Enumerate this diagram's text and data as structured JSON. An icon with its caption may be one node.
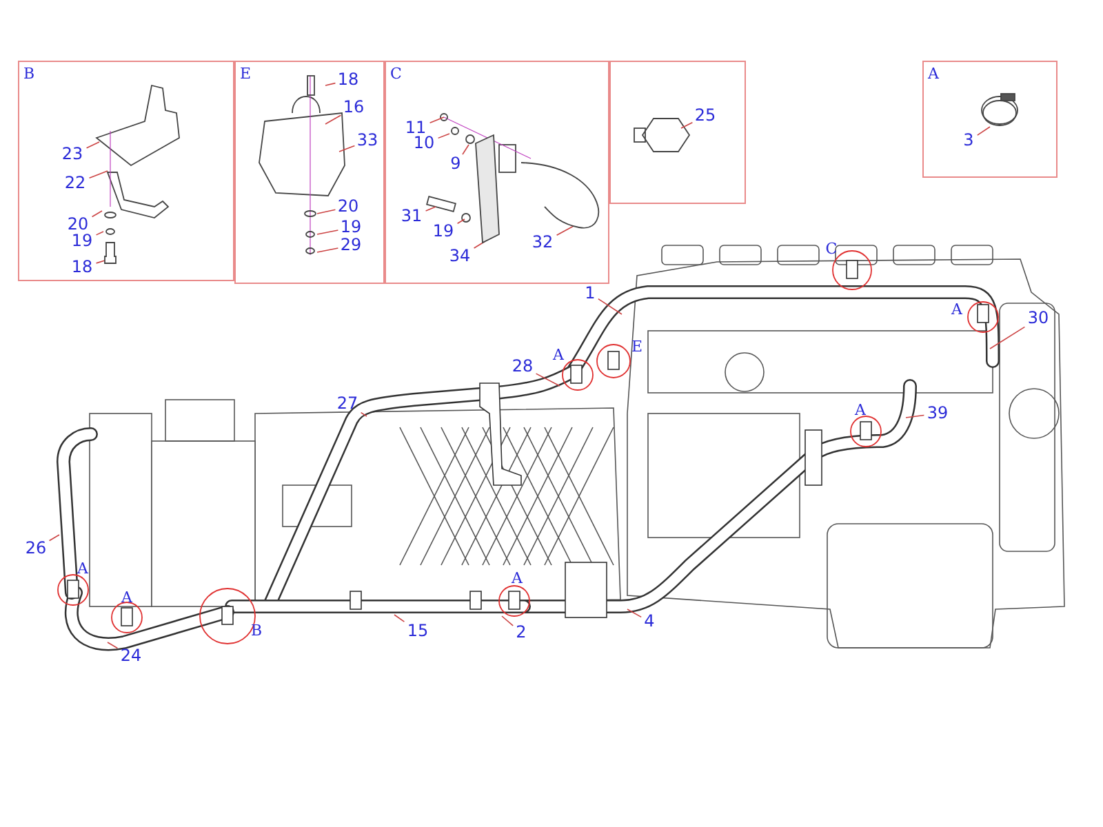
{
  "diagram": {
    "nodes": [
      {
        "text": [
          "B"
        ]
      },
      {
        "text": [
          "23"
        ],
        "in": 0
      },
      {
        "text": [
          "22"
        ],
        "in": 0
      },
      {
        "text": [
          "20"
        ],
        "in": 0
      },
      {
        "text": [
          "19"
        ],
        "in": 0
      },
      {
        "text": [
          "18"
        ],
        "in": 0
      },
      {
        "text": [
          "E"
        ]
      },
      {
        "text": [
          "18"
        ],
        "in": 6
      },
      {
        "text": [
          "16"
        ],
        "in": 6
      },
      {
        "text": [
          "33"
        ],
        "in": 6
      },
      {
        "text": [
          "20"
        ],
        "in": 6
      },
      {
        "text": [
          "19"
        ],
        "in": 6
      },
      {
        "text": [
          "29"
        ],
        "in": 6
      },
      {
        "text": [
          "C"
        ]
      },
      {
        "text": [
          "11"
        ],
        "in": 13
      },
      {
        "text": [
          "10"
        ],
        "in": 13
      },
      {
        "text": [
          "9"
        ],
        "in": 13
      },
      {
        "text": [
          "31"
        ],
        "in": 13
      },
      {
        "text": [
          "19"
        ],
        "in": 13
      },
      {
        "text": [
          "34"
        ],
        "in": 13
      },
      {
        "text": [
          "32"
        ],
        "in": 13
      },
      {
        "text": [],
        "shape": "box"
      },
      {
        "text": [
          "25"
        ],
        "in": 21
      },
      {
        "text": [
          "A"
        ]
      },
      {
        "text": [
          "3"
        ],
        "in": 23
      },
      {
        "text": [
          "1"
        ]
      },
      {
        "text": [
          "30"
        ]
      },
      {
        "text": [
          "28"
        ]
      },
      {
        "text": [
          "27"
        ]
      },
      {
        "text": [
          "39"
        ]
      },
      {
        "text": [
          "26"
        ]
      },
      {
        "text": [
          "4"
        ]
      },
      {
        "text": [
          "15"
        ]
      },
      {
        "text": [
          "2"
        ]
      },
      {
        "text": [
          "24"
        ]
      },
      {
        "text": [],
        "shape": "box",
        "in": 0
      },
      {
        "text": [],
        "shape": "picture",
        "in": 13
      },
      {
        "text": [],
        "shape": "picture",
        "in": 13
      }
    ],
    "edges": [
      {
        "from": 1,
        "to": null,
        "arrow": "none"
      },
      {
        "from": 2,
        "to": null,
        "arrow": "none"
      },
      {
        "from": 3,
        "to": null,
        "arrow": "none"
      },
      {
        "from": 4,
        "to": null,
        "arrow": "none"
      },
      {
        "from": 5,
        "to": 35,
        "arrow": "none"
      },
      {
        "from": 7,
        "to": null,
        "arrow": "none"
      },
      {
        "from": 8,
        "to": null,
        "arrow": "none"
      },
      {
        "from": 9,
        "to": null,
        "arrow": "none"
      },
      {
        "from": 10,
        "to": null,
        "arrow": "none"
      },
      {
        "from": 11,
        "to": null,
        "arrow": "none"
      },
      {
        "from": 12,
        "to": null,
        "arrow": "none"
      },
      {
        "from": 14,
        "to": null,
        "arrow": "none"
      },
      {
        "from": 15,
        "to": null,
        "arrow": "none"
      },
      {
        "from": 16,
        "to": null,
        "arrow": "none"
      },
      {
        "from": 17,
        "to": null,
        "arrow": "none"
      },
      {
        "from": 18,
        "to": null,
        "arrow": "none"
      },
      {
        "from": 19,
        "to": 36,
        "arrow": "none"
      },
      {
        "from": 20,
        "to": 37,
        "arrow": "none"
      },
      {
        "from": 22,
        "to": null,
        "arrow": "none"
      },
      {
        "from": 24,
        "to": null,
        "arrow": "none"
      },
      {
        "from": 25,
        "to": null,
        "arrow": "none"
      },
      {
        "from": 26,
        "to": null,
        "arrow": "none"
      },
      {
        "from": 27,
        "to": null,
        "arrow": "none"
      },
      {
        "from": 28,
        "to": null,
        "arrow": "none"
      },
      {
        "from": 29,
        "to": null,
        "arrow": "none"
      },
      {
        "from": 30,
        "to": null,
        "arrow": "none"
      },
      {
        "from": 31,
        "to": null,
        "arrow": "none"
      },
      {
        "from": 32,
        "to": null,
        "arrow": "none"
      },
      {
        "from": 33,
        "to": null,
        "arrow": "none"
      },
      {
        "from": 34,
        "to": null,
        "arrow": "none"
      }
    ],
    "labels": [
      "C",
      "A",
      "A",
      "E",
      "A",
      "A",
      "A",
      "A",
      "B"
    ]
  }
}
